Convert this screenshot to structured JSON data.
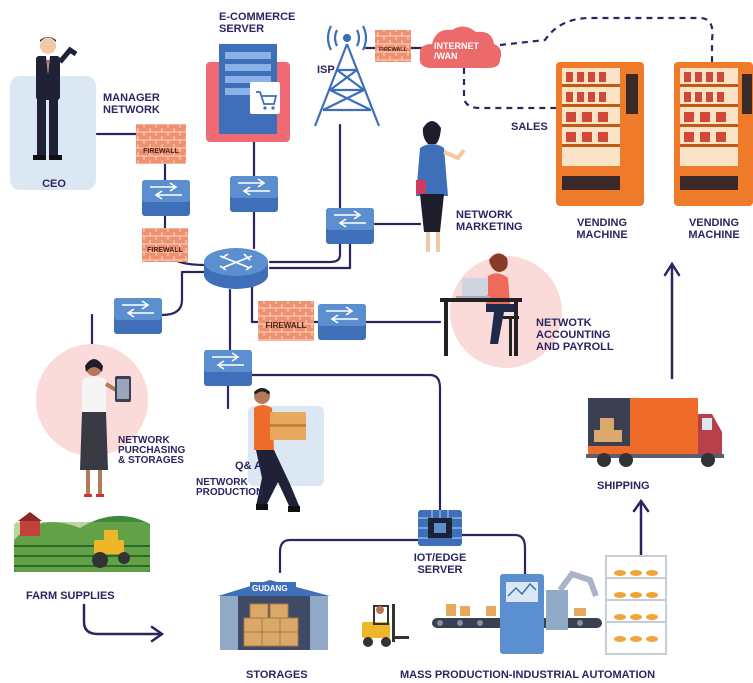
{
  "labels": {
    "ceo": "CEO",
    "manager_network": "MANAGER\nNETWORK",
    "ecommerce_server": "E-COMMERCE\nSERVER",
    "isp": "ISP",
    "internet_wan": "INTERNET\n/WAN",
    "sales": "SALES",
    "vending_machine_1": "VENDING\nMACHINE",
    "vending_machine_2": "VENDING\nMACHINE",
    "network_marketing": "NETWORK\nMARKETING",
    "network_accounting": "NETWOTK\nACCOUNTING\nAND PAYROLL",
    "network_purchasing": "NETWORK\nPURCHASING\n& STORAGES",
    "qa": "Q& A",
    "network_production": "NETWORK\nPRODUCTION",
    "farm_supplies": "FARM SUPPLIES",
    "iot_edge_server": "IOT/EDGE\nSERVER",
    "shipping": "SHIPPING",
    "storages": "STORAGES",
    "mass_production": "MASS PRODUCTION-INDUSTRIAL AUTOMATION",
    "gudang": "GUDANG"
  },
  "firewall_text": "FIREWALL",
  "colors": {
    "line": "#2c2560",
    "switch_top": "#5b8fd0",
    "switch_body": "#3e6fb8",
    "firewall": "#e98b6d",
    "cloud": "#ec6a6a",
    "server": "#ef6a73",
    "vending": "#ee7a2a",
    "truck": "#ef6b2a",
    "pink_circle": "#fbdada",
    "blue_box": "#dbe7f3"
  }
}
